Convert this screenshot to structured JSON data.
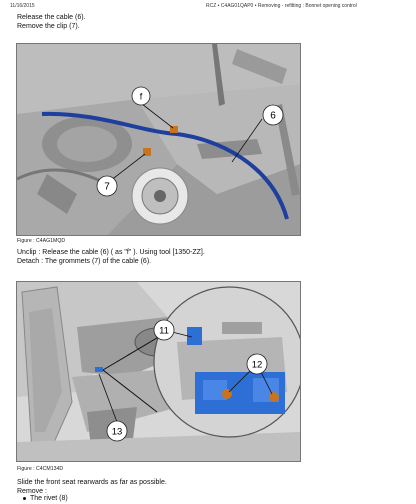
{
  "header": {
    "date": "11/16/2015",
    "title": "RCZ • C4AG01QAP0 • Removing - refitting : Bonnet opening control"
  },
  "section1": {
    "lines": [
      "Release the cable (6).",
      "Remove the clip (7)."
    ]
  },
  "figure1": {
    "caption": "Figure : C4AG1MQD",
    "callouts": [
      "f",
      "6",
      "7"
    ]
  },
  "section2": {
    "lines": [
      "Unclip : Release the cable (6) ( as \"f\" ). Using tool [1350-ZZ].",
      "Detach : The grommets (7) of the cable (6)."
    ]
  },
  "figure2": {
    "caption": "Figure : C4CM134D",
    "callouts": [
      "11",
      "12",
      "13"
    ]
  },
  "section3": {
    "lines": [
      "Slide the front seat rearwards as far as possible.",
      "Remove :"
    ],
    "bullets": [
      "The rivet (8)"
    ]
  },
  "colors": {
    "cable": "#1f3f9e",
    "highlight": "#2e6fd6",
    "clip": "#c8741e"
  }
}
